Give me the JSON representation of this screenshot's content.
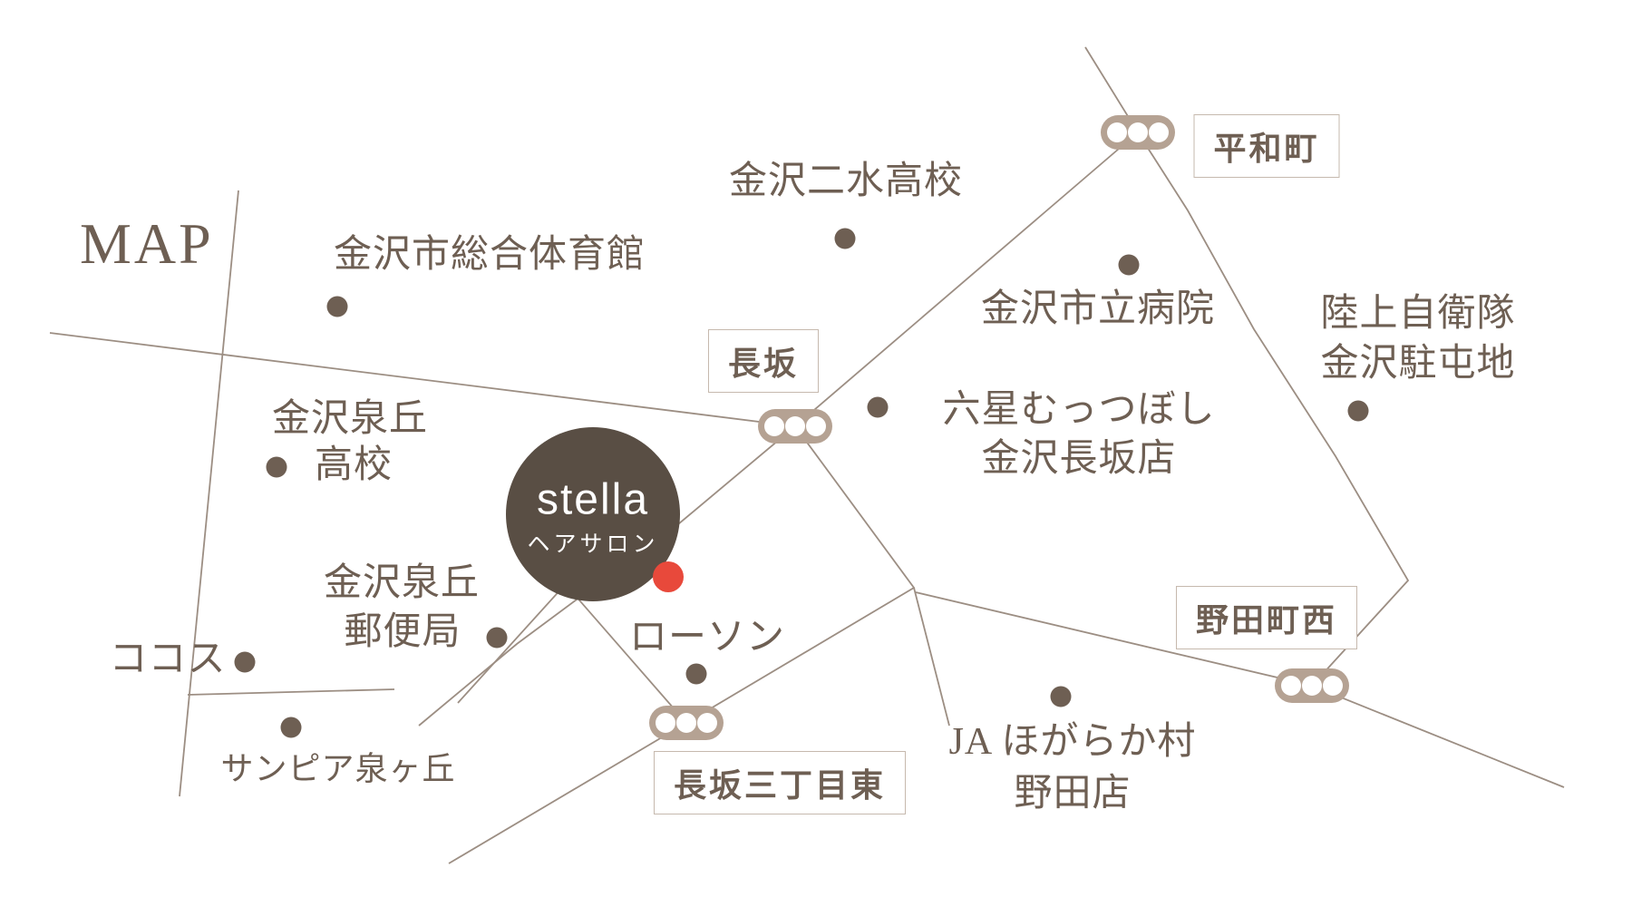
{
  "map": {
    "title": "MAP",
    "salon": {
      "name": "stella",
      "type": "ヘアサロン"
    },
    "landmarks": [
      {
        "id": "gym",
        "line1": "金沢市総合体育館"
      },
      {
        "id": "nisui",
        "line1": "金沢二水高校"
      },
      {
        "id": "hospital",
        "line1": "金沢市立病院"
      },
      {
        "id": "jsdf",
        "line1": "陸上自衛隊",
        "line2": "金沢駐屯地"
      },
      {
        "id": "izumigaoka-hs",
        "line1": "金沢泉丘",
        "line2": "高校"
      },
      {
        "id": "rokusei",
        "line1": "六星むっつぼし",
        "line2": "金沢長坂店"
      },
      {
        "id": "post-office",
        "line1": "金沢泉丘",
        "line2": "郵便局"
      },
      {
        "id": "cocos",
        "line1": "ココス"
      },
      {
        "id": "lawson",
        "line1": "ローソン"
      },
      {
        "id": "sunpia",
        "line1": "サンピア泉ヶ丘"
      },
      {
        "id": "ja",
        "line1": "JA ほがらか村",
        "line2": "野田店"
      }
    ],
    "intersections": [
      {
        "name": "平和町"
      },
      {
        "name": "長坂"
      },
      {
        "name": "野田町西"
      },
      {
        "name": "長坂三丁目東"
      }
    ],
    "colors": {
      "text": "#6e5f53",
      "road": "#9c8e83",
      "signal": "#b5a293",
      "salon_circle": "#594e44",
      "marker": "#6e5f53",
      "location_red": "#e8493b",
      "sign_border": "#c6b9ae"
    }
  }
}
